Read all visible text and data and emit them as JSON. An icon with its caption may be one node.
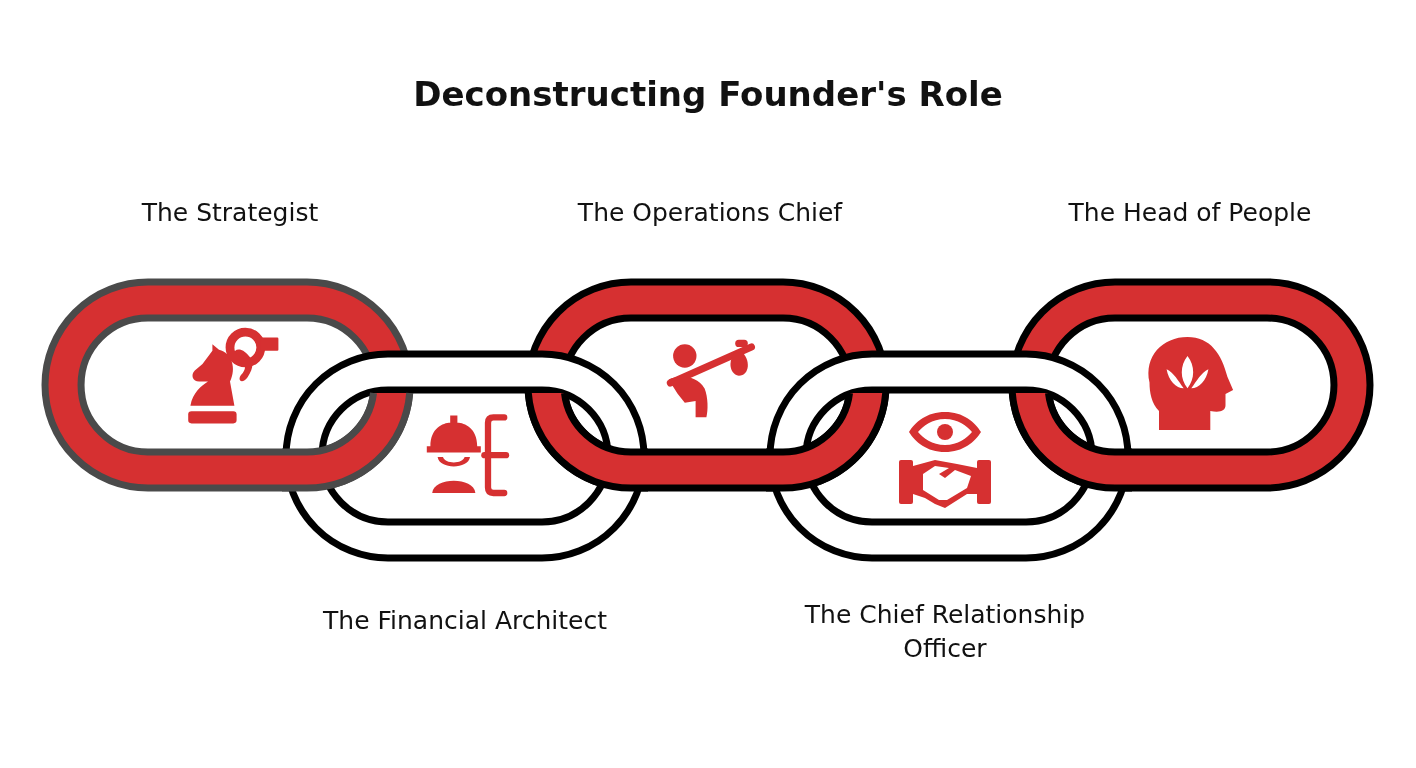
{
  "diagram": {
    "title": "Deconstructing Founder's Role",
    "nodes": [
      {
        "text": [
          "The Strategist"
        ]
      },
      {
        "text": [
          "The Financial Architect"
        ]
      },
      {
        "text": [
          "The Operations Chief"
        ]
      },
      {
        "text": [
          "The Chief Relationship Officer"
        ]
      },
      {
        "text": [
          "The Head of People"
        ]
      }
    ]
  }
}
